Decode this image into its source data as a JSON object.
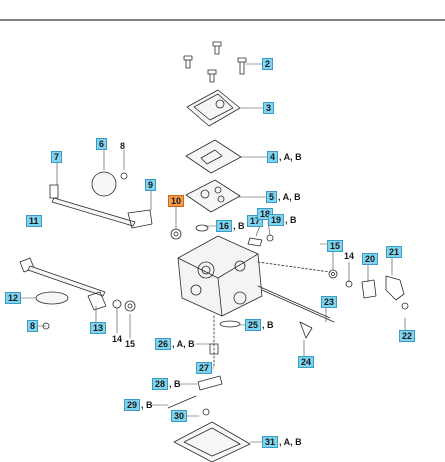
{
  "highlight_color": "#f79a4b",
  "callout_color": "#7fd3ee",
  "callouts": [
    {
      "num": "2",
      "suffix": ""
    },
    {
      "num": "3",
      "suffix": ""
    },
    {
      "num": "4",
      "suffix": ", A, B"
    },
    {
      "num": "5",
      "suffix": ", A, B"
    },
    {
      "num": "6",
      "suffix": ""
    },
    {
      "num": "7",
      "suffix": ""
    },
    {
      "num": "8",
      "suffix": ""
    },
    {
      "num": "9",
      "suffix": ""
    },
    {
      "num": "10",
      "suffix": "",
      "highlighted": true
    },
    {
      "num": "11",
      "suffix": ""
    },
    {
      "num": "12",
      "suffix": ""
    },
    {
      "num": "13",
      "suffix": ""
    },
    {
      "num": "14",
      "suffix": ""
    },
    {
      "num": "15",
      "suffix": ""
    },
    {
      "num": "15",
      "suffix": ""
    },
    {
      "num": "14",
      "suffix": ""
    },
    {
      "num": "16",
      "suffix": ", B"
    },
    {
      "num": "17",
      "suffix": ""
    },
    {
      "num": "18",
      "suffix": ""
    },
    {
      "num": "19",
      "suffix": ", B"
    },
    {
      "num": "20",
      "suffix": ""
    },
    {
      "num": "21",
      "suffix": ""
    },
    {
      "num": "22",
      "suffix": ""
    },
    {
      "num": "23",
      "suffix": ""
    },
    {
      "num": "24",
      "suffix": ""
    },
    {
      "num": "25",
      "suffix": ", B"
    },
    {
      "num": "26",
      "suffix": ", A, B"
    },
    {
      "num": "27",
      "suffix": ""
    },
    {
      "num": "28",
      "suffix": ", B"
    },
    {
      "num": "29",
      "suffix": ", B"
    },
    {
      "num": "30",
      "suffix": ""
    },
    {
      "num": "31",
      "suffix": ", A, B"
    },
    {
      "num": "8",
      "suffix": ""
    }
  ]
}
